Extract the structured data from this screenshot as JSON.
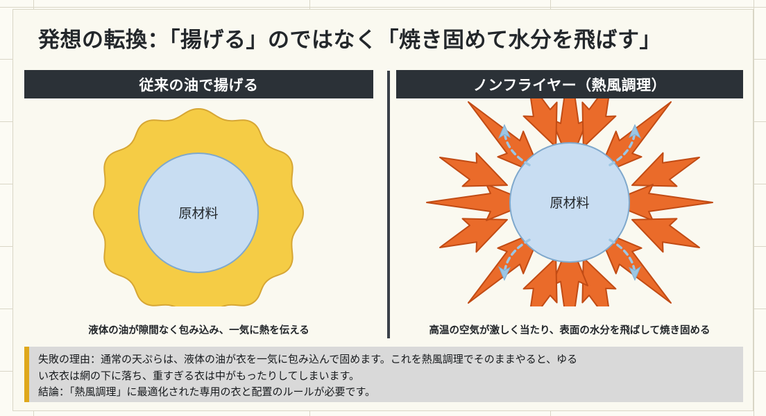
{
  "slide": {
    "title": "発想の転換：「揚げる」のではなく「焼き固めて水分を飛ばす」",
    "background_color": "#FAF9F0",
    "card_border_color": "#D9D6C6"
  },
  "panels": {
    "left": {
      "header": "従来の油で揚げる",
      "header_bg": "#2B3137",
      "header_color": "#FFFFFF",
      "figure": {
        "type": "oil-envelope",
        "outer_label": "",
        "outer_fill": "#F5CC45",
        "outer_stroke": "#D9A93B",
        "core_label": "原材料",
        "core_fill": "#C8DDF2",
        "core_stroke": "#7FA8CC"
      },
      "caption": "液体の油が隙間なく包み込み、一気に熱を伝える"
    },
    "right": {
      "header": "ノンフライヤー（熱風調理）",
      "header_bg": "#2B3137",
      "header_color": "#FFFFFF",
      "figure": {
        "type": "hot-air-convection",
        "core_label": "原材料",
        "core_fill": "#C8DDF2",
        "core_stroke": "#7FA8CC",
        "heat_arrow_fill": "#EA6B2A",
        "heat_arrow_stroke": "#C14B14",
        "moisture_arrow_color": "#9CC6E4",
        "heat_arrow_count": 16,
        "moisture_arrow_count": 4
      },
      "caption": "高温の空気が激しく当たり、表面の水分を飛ばして焼き固める"
    }
  },
  "note": {
    "accent_color": "#DFA81C",
    "background": "#D9D9D9",
    "lines": [
      "失敗の理由：通常の天ぷらは、液体の油が衣を一気に包み込んで固めます。これを熱風調理でそのままやると、ゆる",
      "い衣衣は網の下に落ち、重すぎる衣は中がもったりしてしまいます。",
      "結論：「熱風調理」に最適化された専用の衣と配置のルールが必要です。"
    ]
  }
}
